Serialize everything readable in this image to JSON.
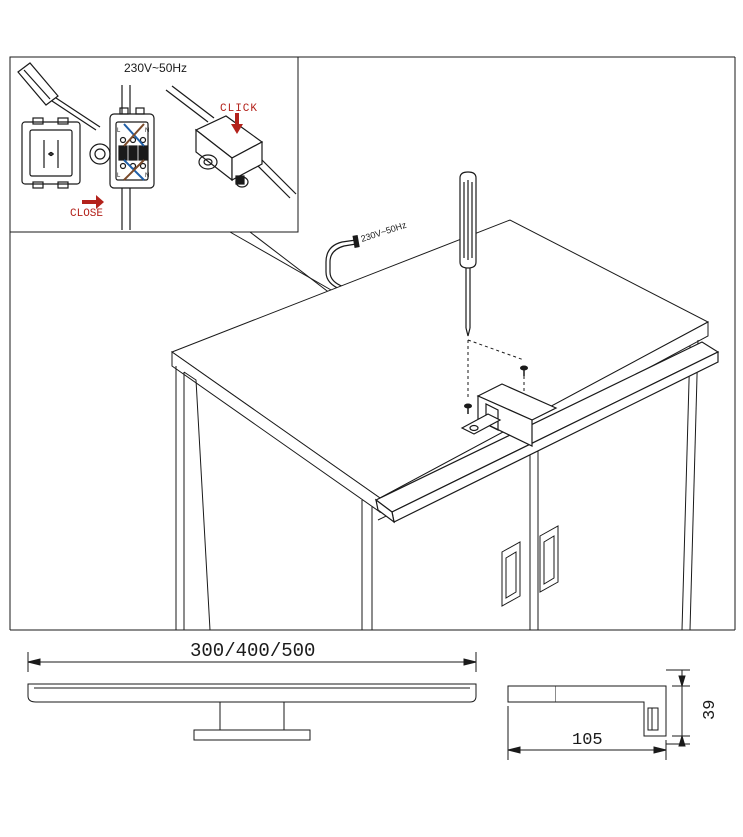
{
  "inset": {
    "voltage_label": "230V~50Hz",
    "click_label": "CLICK",
    "close_label": "CLOSE",
    "terminal_letters": [
      "L",
      "N",
      "L",
      "N"
    ]
  },
  "main": {
    "cable_label": "230V~50Hz"
  },
  "dimensions": {
    "length_label": "300/400/500",
    "depth_label": "105",
    "height_label": "39"
  },
  "colors": {
    "line": "#1a1a1a",
    "accent_red": "#b3221b",
    "wire_blue": "#1f5fa8",
    "wire_brown": "#7a4a2a"
  }
}
